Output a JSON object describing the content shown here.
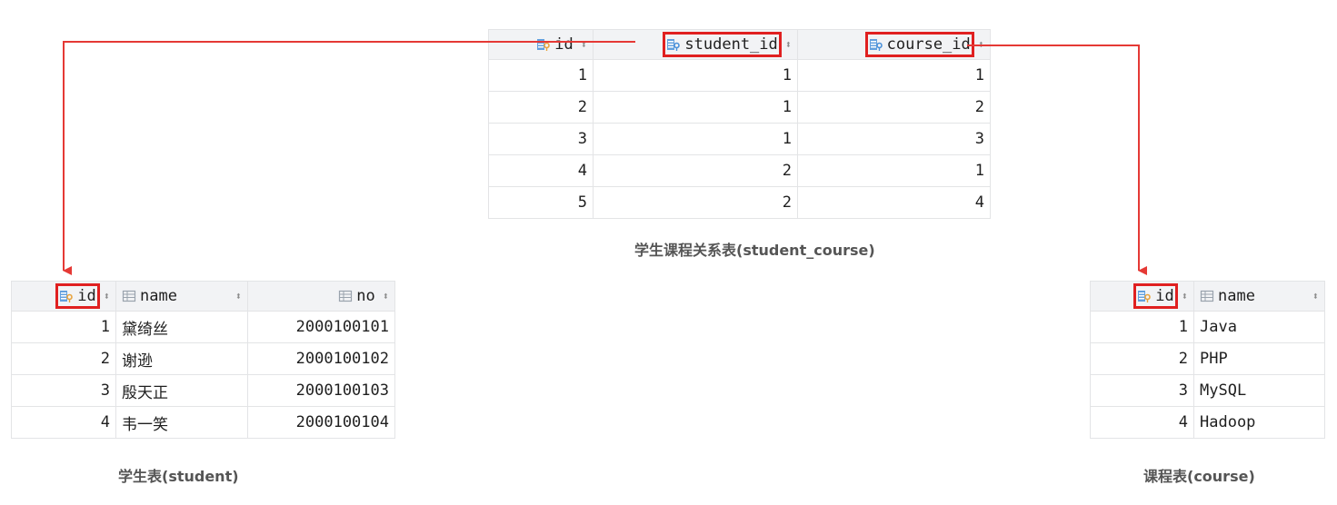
{
  "relation_table": {
    "caption": "学生课程关系表(student_course)",
    "columns": [
      "id",
      "student_id",
      "course_id"
    ],
    "rows": [
      [
        "1",
        "1",
        "1"
      ],
      [
        "2",
        "1",
        "2"
      ],
      [
        "3",
        "1",
        "3"
      ],
      [
        "4",
        "2",
        "1"
      ],
      [
        "5",
        "2",
        "4"
      ]
    ]
  },
  "student_table": {
    "caption": "学生表(student)",
    "columns": [
      "id",
      "name",
      "no"
    ],
    "rows": [
      [
        "1",
        "黛绮丝",
        "2000100101"
      ],
      [
        "2",
        "谢逊",
        "2000100102"
      ],
      [
        "3",
        "殷天正",
        "2000100103"
      ],
      [
        "4",
        "韦一笑",
        "2000100104"
      ]
    ]
  },
  "course_table": {
    "caption": "课程表(course)",
    "columns": [
      "id",
      "name"
    ],
    "rows": [
      [
        "1",
        "Java"
      ],
      [
        "2",
        "PHP"
      ],
      [
        "3",
        "MySQL"
      ],
      [
        "4",
        "Hadoop"
      ]
    ]
  },
  "colors": {
    "arrow": "#e53935",
    "highlight_box": "#e02020",
    "header_bg": "#f2f3f5",
    "border": "#e3e4e6",
    "pk_icon": "#4a90d9",
    "key_icon": "#e8a33d"
  },
  "icons": {
    "primary_key": "primary-key-column-icon",
    "foreign_key": "foreign-key-column-icon",
    "column": "column-icon",
    "sort": "sort-toggle-icon"
  }
}
